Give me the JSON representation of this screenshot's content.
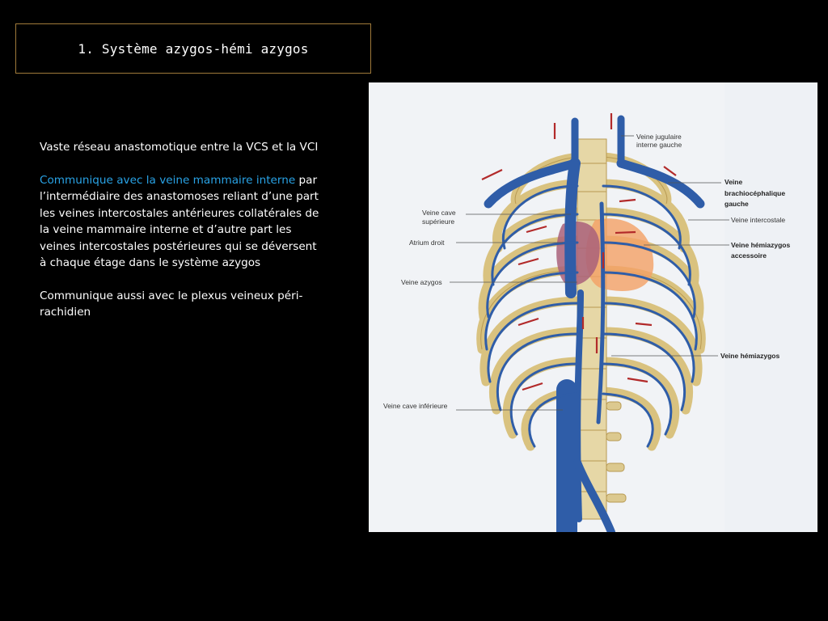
{
  "slide": {
    "title": "1. Système azygos-hémi azygos",
    "paragraph1": "Vaste réseau anastomotique entre la VCS et la VCI",
    "paragraph2_highlight": "Communique avec la veine mammaire interne",
    "paragraph2_rest": " par l’intermédiaire des anastomoses reliant d’une part les veines intercostales antérieures collatérales de la veine mammaire interne et d’autre part les veines intercostales postérieures qui se déversent à chaque étage dans le système azygos",
    "paragraph3": "Communique aussi avec le plexus veineux péri-rachidien",
    "colors": {
      "background": "#000000",
      "title_border": "#a07a3a",
      "highlight": "#29a3e6",
      "vein": "#2f5da8",
      "bone": "#e2cf97",
      "heart": "#f4a065"
    }
  },
  "figure": {
    "labels_left": {
      "vcs_line1": "Veine cave",
      "vcs_line2": "supérieure",
      "atrium": "Atrium droit",
      "azygos": "Veine azygos",
      "vci": "Veine cave inférieure"
    },
    "labels_right": {
      "jugulaire_line1": "Veine jugulaire",
      "jugulaire_line2": "interne gauche",
      "brachio_line1": "Veine",
      "brachio_line2": "brachiocéphalique",
      "brachio_line3": "gauche",
      "intercostale": "Veine intercostale",
      "hemi_acc_line1": "Veine hémiazygos",
      "hemi_acc_line2": "accessoire",
      "hemiazygos": "Veine hémiazygos"
    }
  }
}
